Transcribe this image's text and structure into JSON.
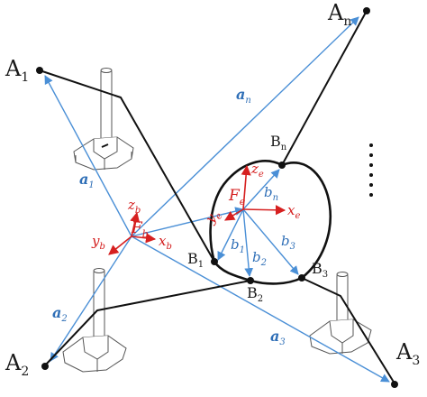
{
  "points": {
    "A1": {
      "main": "A",
      "sub": "1"
    },
    "A2": {
      "main": "A",
      "sub": "2"
    },
    "A3": {
      "main": "A",
      "sub": "3"
    },
    "An": {
      "main": "A",
      "sub": "n"
    },
    "B1": {
      "main": "B",
      "sub": "1"
    },
    "B2": {
      "main": "B",
      "sub": "2"
    },
    "B3": {
      "main": "B",
      "sub": "3"
    },
    "Bn": {
      "main": "B",
      "sub": "n"
    }
  },
  "vectors_a": {
    "a1": {
      "main": "a",
      "sub": "1"
    },
    "a2": {
      "main": "a",
      "sub": "2"
    },
    "a3": {
      "main": "a",
      "sub": "3"
    },
    "an": {
      "main": "a",
      "sub": "n"
    }
  },
  "vectors_b": {
    "b1": {
      "main": "b",
      "sub": "1"
    },
    "b2": {
      "main": "b",
      "sub": "2"
    },
    "b3": {
      "main": "b",
      "sub": "3"
    },
    "bn": {
      "main": "b",
      "sub": "n"
    }
  },
  "base_frame": {
    "F": {
      "main": "F",
      "sub": "b"
    },
    "x": {
      "main": "x",
      "sub": "b"
    },
    "y": {
      "main": "y",
      "sub": "b"
    },
    "z": {
      "main": "z",
      "sub": "b"
    }
  },
  "ee_frame": {
    "F": {
      "main": "F",
      "sub": "e"
    },
    "x": {
      "main": "x",
      "sub": "e"
    },
    "y": {
      "main": "y",
      "sub": "e"
    },
    "z": {
      "main": "z",
      "sub": "e"
    }
  },
  "colors": {
    "cable": "#111111",
    "vector": "#4a8fd6",
    "frame": "#d62020",
    "fixture": "#555555"
  }
}
